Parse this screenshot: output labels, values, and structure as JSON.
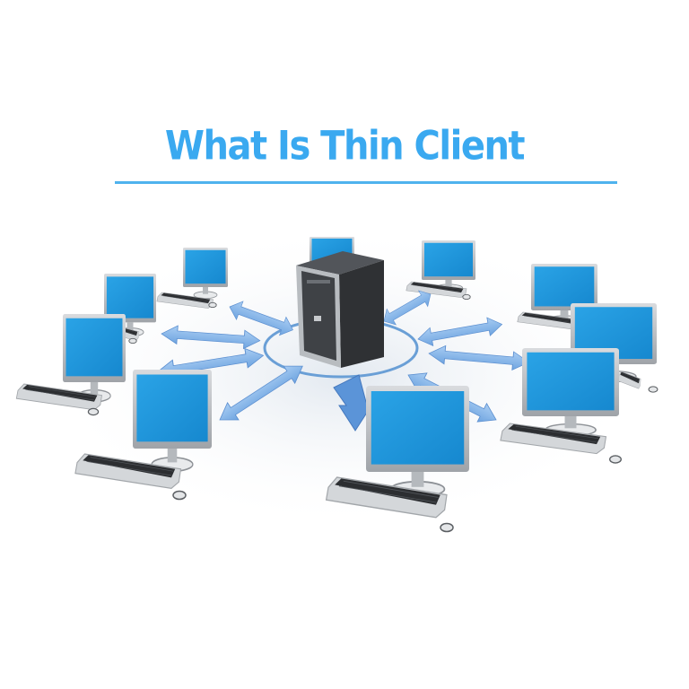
{
  "title": "What Is Thin Client",
  "colors": {
    "title": "#3aa9f0",
    "rule": "#4fb2ee",
    "screen": "#1f97dc",
    "arrow": "#8cbbee",
    "server": "#3d3f42"
  },
  "diagram": {
    "center": {
      "type": "server-tower",
      "label": ""
    },
    "ring": "ellipse around server",
    "clients": [
      {
        "id": "client-1",
        "position": "top-left-back"
      },
      {
        "id": "client-2",
        "position": "left-upper"
      },
      {
        "id": "client-3",
        "position": "left-middle"
      },
      {
        "id": "client-4",
        "position": "left-front"
      },
      {
        "id": "client-5",
        "position": "top-center-back"
      },
      {
        "id": "client-6",
        "position": "top-right-back"
      },
      {
        "id": "client-7",
        "position": "right-upper"
      },
      {
        "id": "client-8",
        "position": "right-middle"
      },
      {
        "id": "client-9",
        "position": "right-front"
      },
      {
        "id": "client-10",
        "position": "bottom-center-front"
      }
    ],
    "arrows": 9,
    "arrow_type": "bidirectional"
  }
}
